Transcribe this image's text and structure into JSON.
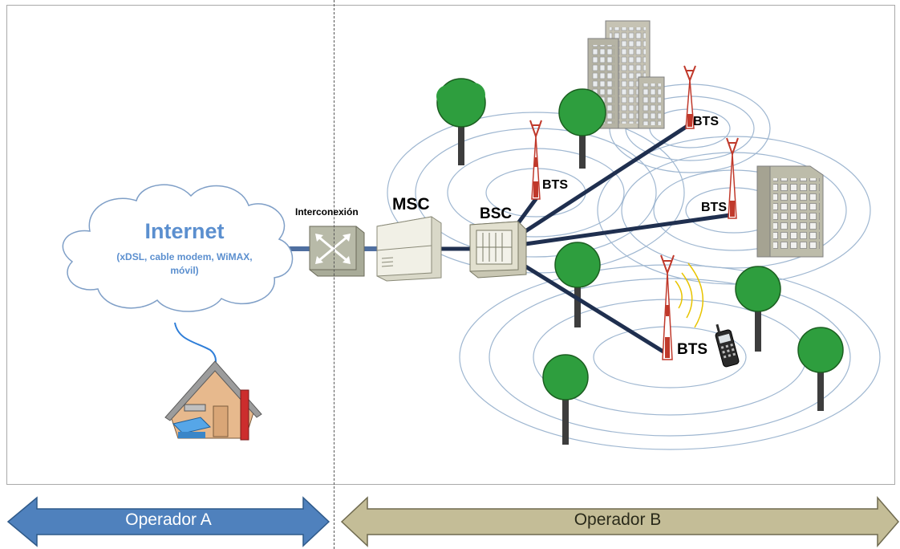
{
  "cloud": {
    "title": "Internet",
    "subtitle": "(xDSL, cable modem, WiMAX, móvil)"
  },
  "interconnection_label": "Interconexión",
  "msc_label": "MSC",
  "bsc_label": "BSC",
  "bts_labels": [
    "BTS",
    "BTS",
    "BTS",
    "BTS"
  ],
  "operators": {
    "a": "Operador A",
    "b": "Operador B"
  },
  "colors": {
    "operator_a_arrow": "#4f81bd",
    "operator_b_arrow": "#c4bd97",
    "link_line": "#1f2f4f",
    "coverage_ring": "#9fb7d1",
    "tree": "#2e9e3e",
    "tower": "#c0392b"
  }
}
